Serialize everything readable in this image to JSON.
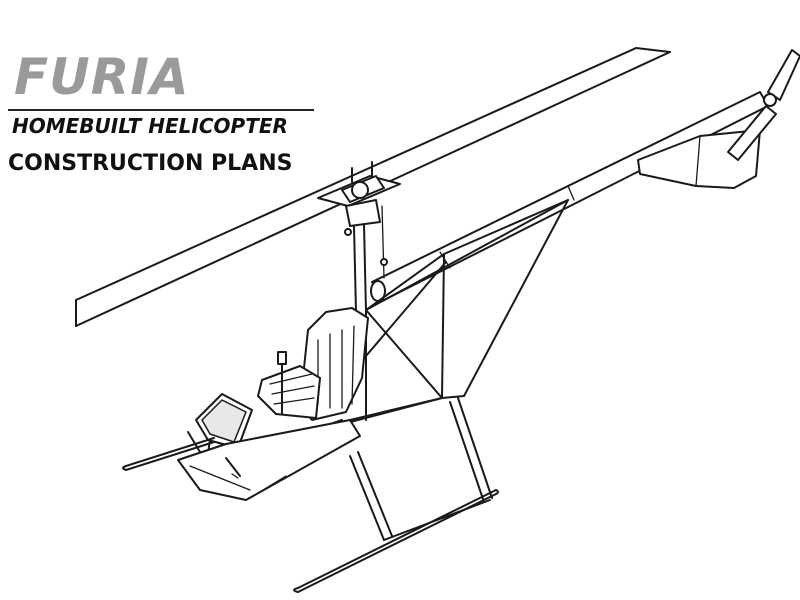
{
  "title_block": {
    "brand": "FURIA",
    "subtitle": "HOMEBUILT HELICOPTER",
    "plans_label": "CONSTRUCTION PLANS"
  },
  "colors": {
    "brand": "#9a9a9a",
    "text": "#111111",
    "line": "#1a1a1a"
  }
}
